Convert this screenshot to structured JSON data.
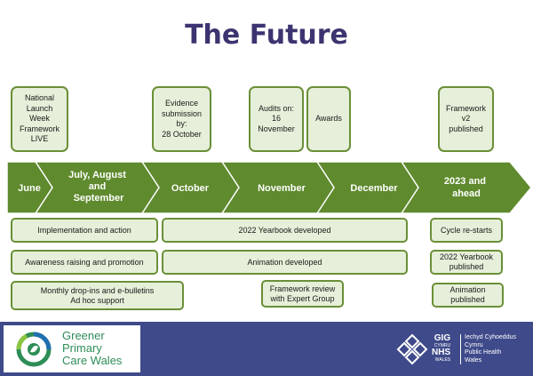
{
  "title": "The Future",
  "milestones": [
    {
      "text": "National\nLaunch\nWeek\nFramework\nLIVE"
    },
    {
      "text": "Evidence\nsubmission\nby:\n28 October"
    },
    {
      "text": "Audits on:\n16\nNovember"
    },
    {
      "text": "Awards"
    },
    {
      "text": "Framework\nv2\npublished"
    }
  ],
  "timeline": [
    {
      "label": "June"
    },
    {
      "label": "July, August\nand\nSeptember"
    },
    {
      "label": "October"
    },
    {
      "label": "November"
    },
    {
      "label": "December"
    },
    {
      "label": "2023 and\nahead"
    }
  ],
  "activities": [
    {
      "text": "Implementation and action"
    },
    {
      "text": "2022 Yearbook developed"
    },
    {
      "text": "Cycle re-starts"
    },
    {
      "text": "Awareness raising and promotion"
    },
    {
      "text": "Animation developed"
    },
    {
      "text": "2022 Yearbook\npublished"
    },
    {
      "text": "Monthly drop-ins and e-bulletins\nAd hoc support"
    },
    {
      "text": "Framework review\nwith Expert Group"
    },
    {
      "text": "Animation\npublished"
    }
  ],
  "footer": {
    "greener_logo": "Greener\nPrimary\nCare Wales",
    "gig_logo": "GIG",
    "cymru_logo": "CYMRU",
    "nhs_logo": "NHS",
    "wales_logo": "WALES",
    "phw_text": "Iechyd Cyhoeddus\nCymru\nPublic Health\nWales"
  },
  "colors": {
    "title": "#3b3470",
    "timeline": "#5f8a2e",
    "box_fill": "#e6efd9",
    "box_border": "#6a8f37",
    "footer": "#3e4a8a",
    "greener": "#2e8d57"
  }
}
